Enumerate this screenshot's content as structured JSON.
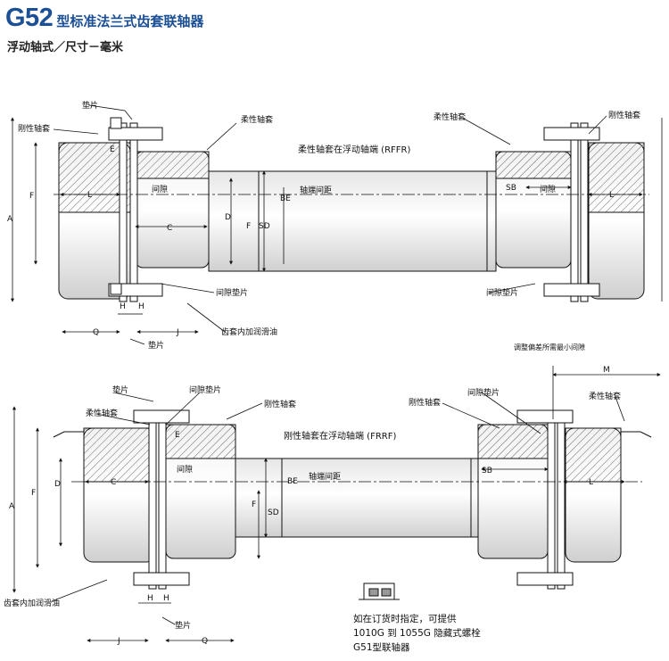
{
  "header": {
    "model": "G52",
    "title": "型标准法兰式齿套联轴器",
    "subtitle": "浮动轴式／尺寸－毫米"
  },
  "top_diagram": {
    "caption": "柔性轴套在浮动轴端 (RFFR)",
    "labels": {
      "shim": "垫片",
      "rigid_hub_left": "刚性轴套",
      "flex_hub_left": "柔性轴套",
      "flex_hub_right": "柔性轴套",
      "rigid_hub_right": "刚性轴套",
      "gap_left": "间隙",
      "gap_right": "间隙",
      "shaft_end_gap": "轴端间距",
      "gap_shim_left": "间隙垫片",
      "gap_shim_right": "间隙垫片",
      "lube": "齿套内加润滑油",
      "shim_bottom": "垫片"
    },
    "dims": {
      "E": "E",
      "A": "A",
      "F": "F",
      "L": "L",
      "C": "C",
      "D": "D",
      "BE": "BE",
      "SD": "SD",
      "F2": "F",
      "H1": "H",
      "H2": "H",
      "Q": "Q",
      "J": "J",
      "SB": "SB",
      "L2": "L"
    }
  },
  "bottom_diagram": {
    "caption": "刚性轴套在浮动轴端 (FRRF)",
    "labels": {
      "shim": "垫片",
      "gap_shim": "间隙垫片",
      "rigid_hub": "刚性轴套",
      "flex_hub_left": "柔性轴套",
      "rigid_hub_right": "刚性轴套",
      "gap_shim_right": "间隙垫片",
      "flex_hub_right": "柔性轴套",
      "adjust": "调整偏差所需最小间隙",
      "gap": "间隙",
      "shaft_end_gap": "轴端间距",
      "lube": "齿套内加润滑油",
      "shim_bottom": "垫片"
    },
    "dims": {
      "E": "E",
      "A": "A",
      "F": "F",
      "D": "D",
      "C": "C",
      "BE": "BE",
      "SD": "SD",
      "F2": "F",
      "H1": "H",
      "H2": "H",
      "J": "J",
      "Q": "Q",
      "SB": "SB",
      "L": "L",
      "M": "M"
    }
  },
  "note": {
    "line1": "如在订货时指定，可提供",
    "line2": "1010G 到 1055G 隐藏式螺栓",
    "line3": "G51型联轴器"
  }
}
